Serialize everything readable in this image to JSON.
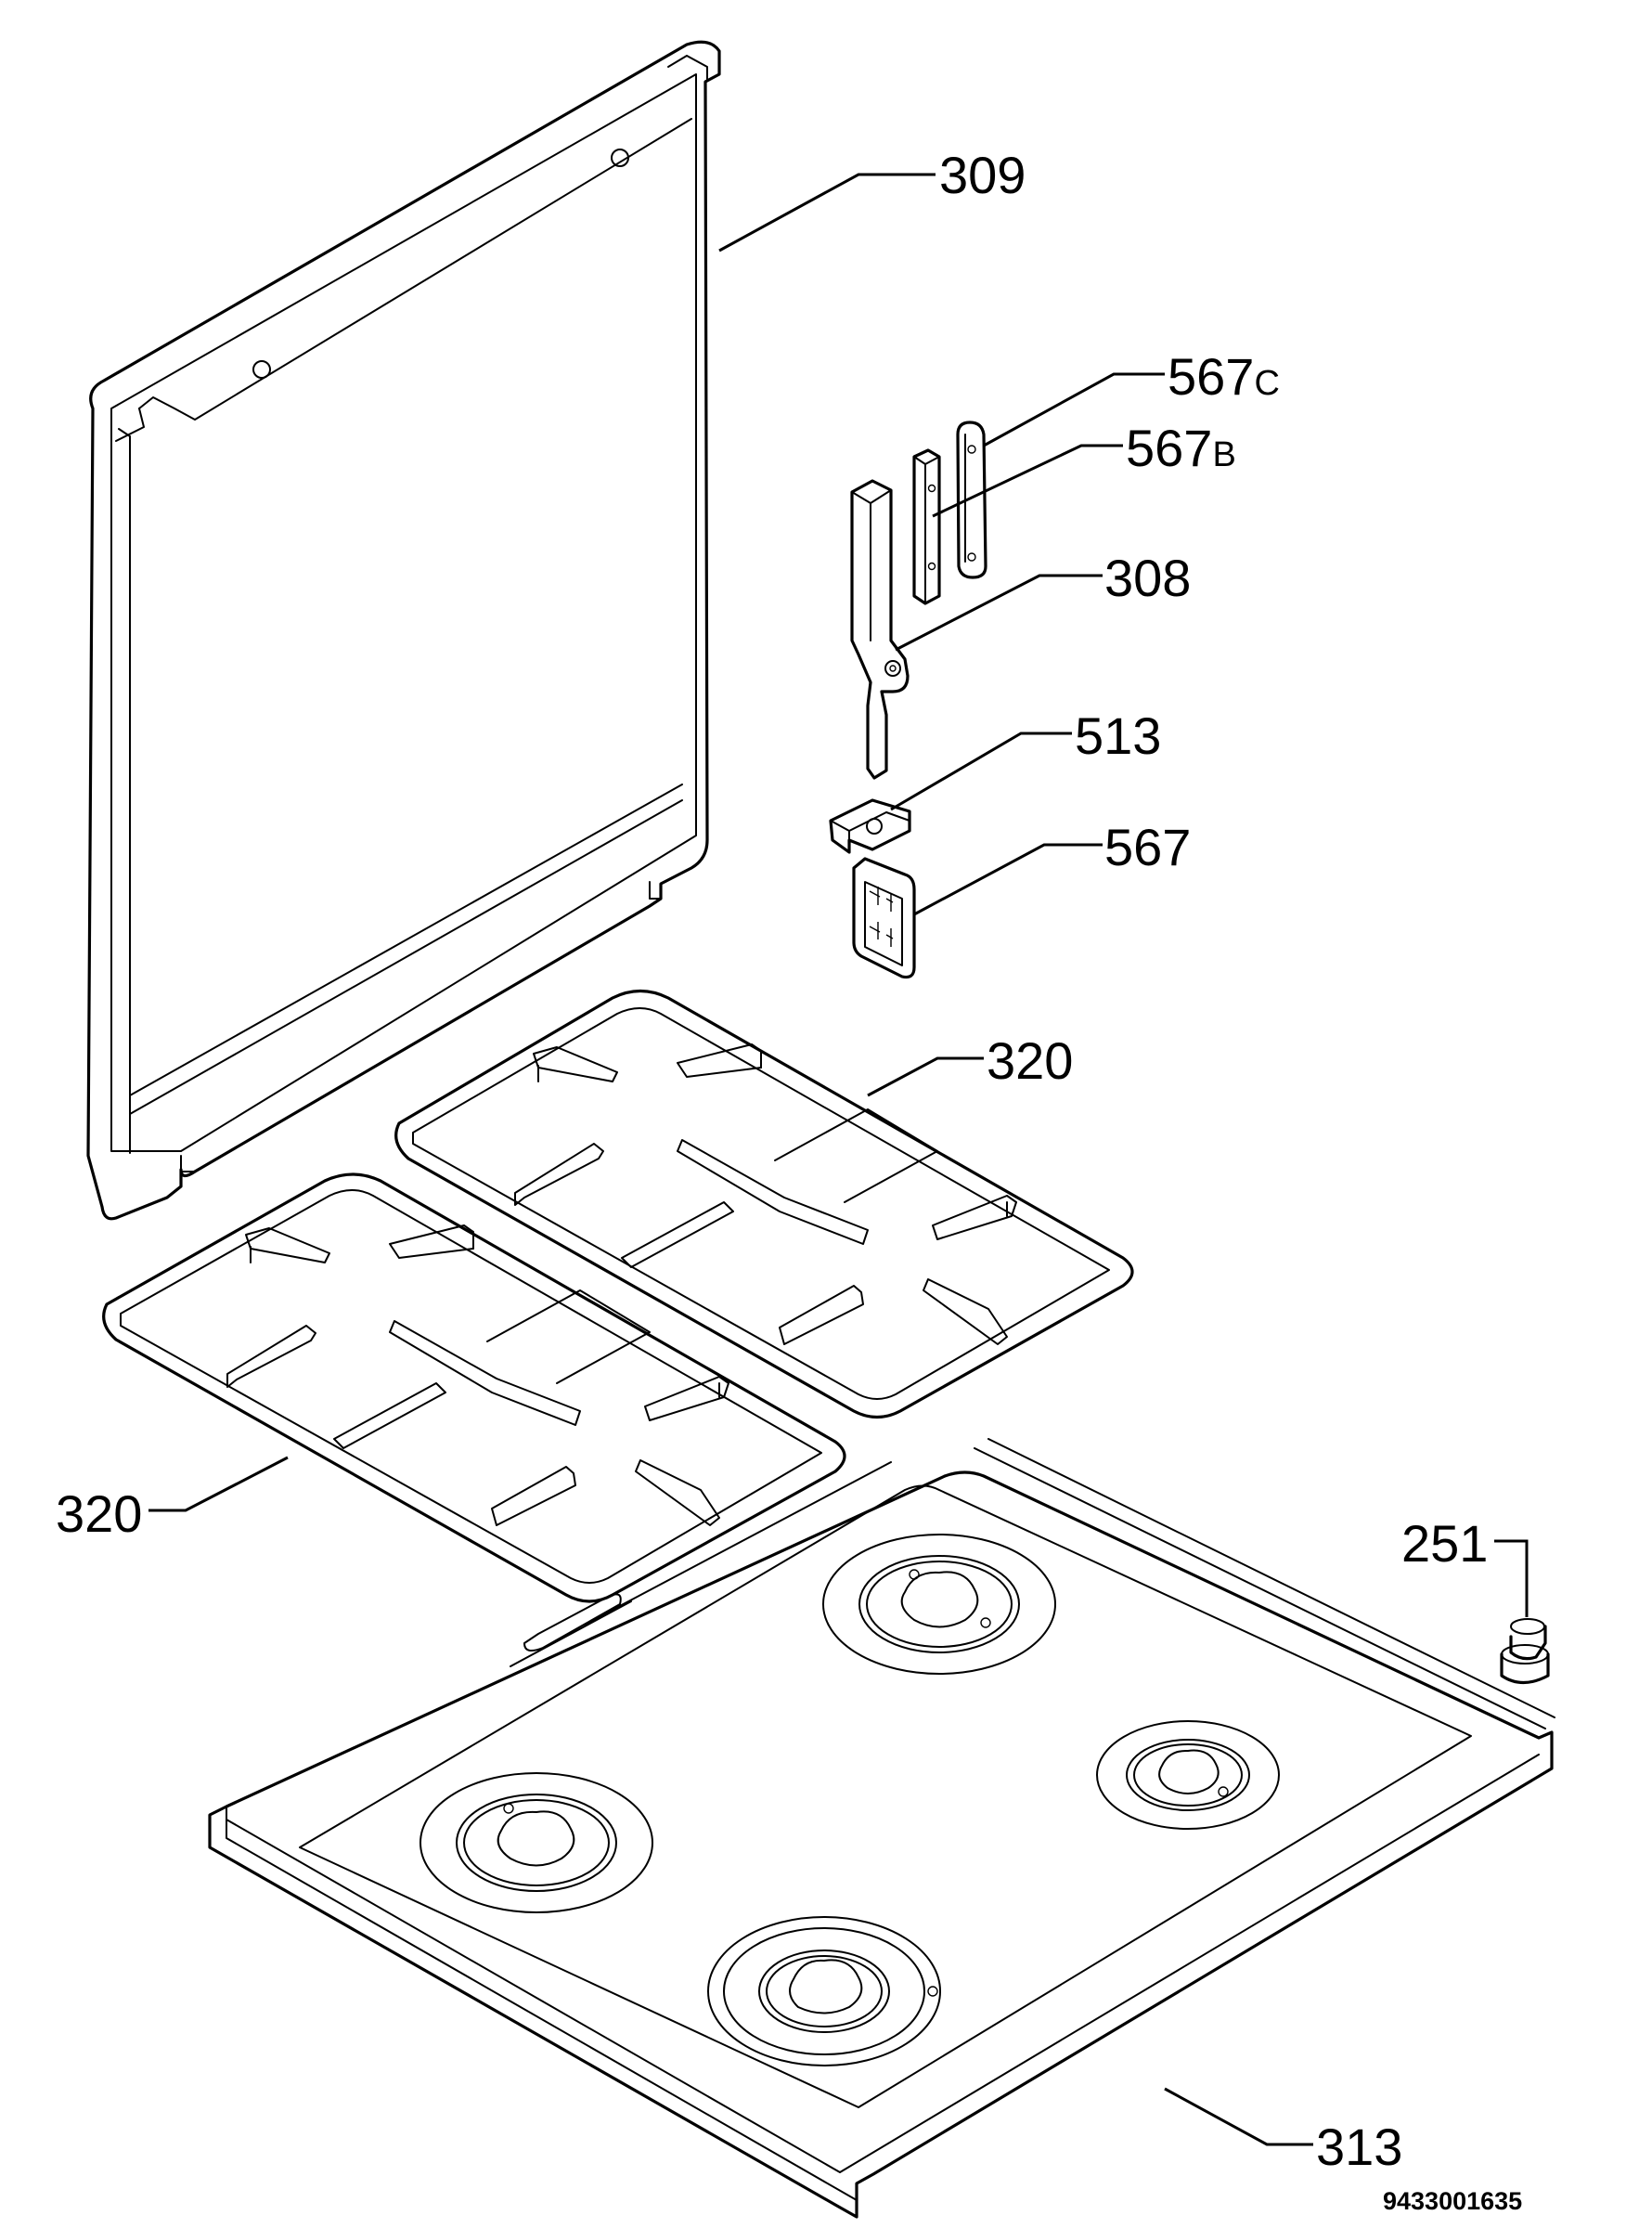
{
  "diagram_code": "9433001635",
  "callouts": [
    {
      "id": "lid",
      "number": "309",
      "suffix": ""
    },
    {
      "id": "hinge-plate-c",
      "number": "567",
      "suffix": "C"
    },
    {
      "id": "hinge-plate-b",
      "number": "567",
      "suffix": "B"
    },
    {
      "id": "hinge",
      "number": "308",
      "suffix": ""
    },
    {
      "id": "clip",
      "number": "513",
      "suffix": ""
    },
    {
      "id": "hinge-bracket",
      "number": "567",
      "suffix": ""
    },
    {
      "id": "pan-support-rear",
      "number": "320",
      "suffix": ""
    },
    {
      "id": "pan-support-front",
      "number": "320",
      "suffix": ""
    },
    {
      "id": "foot",
      "number": "251",
      "suffix": ""
    },
    {
      "id": "hob-top",
      "number": "313",
      "suffix": ""
    }
  ]
}
